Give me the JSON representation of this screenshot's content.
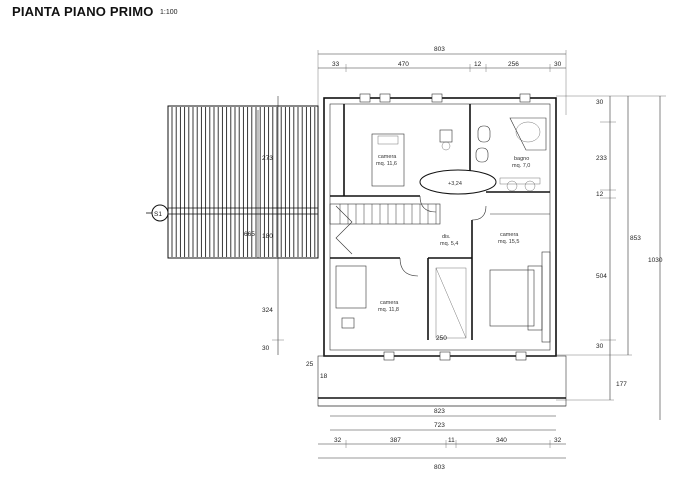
{
  "title": "PIANTA PIANO PRIMO",
  "scale": "1:100",
  "dimensions": {
    "top_total": "803",
    "top_parts": [
      "33",
      "470",
      "12",
      "256",
      "30"
    ],
    "right_outer": "1030",
    "right_inner": "853",
    "right_parts": [
      "30",
      "233",
      "12",
      "504",
      "30",
      "177"
    ],
    "left_parts": [
      "273",
      "180",
      "324",
      "30"
    ],
    "left_upper": "665",
    "bottom_total": "803",
    "bottom_inner": "723",
    "bottom_mid": "823",
    "bottom_parts": [
      "32",
      "387",
      "11",
      "340",
      "32"
    ],
    "small": [
      "25",
      "250",
      "18"
    ]
  },
  "rooms": {
    "room1": {
      "name": "camera",
      "area": "mq. 11,6"
    },
    "room2": {
      "name": "bagno",
      "area": "mq. 7,0"
    },
    "room3": {
      "name": "dis.",
      "area": "mq. 5,4"
    },
    "room4": {
      "name": "camera",
      "area": "mq. 15,5"
    },
    "room5": {
      "name": "camera",
      "area": "mq. 11,8"
    }
  },
  "markers": {
    "level": "+3,24",
    "section": "S1"
  }
}
